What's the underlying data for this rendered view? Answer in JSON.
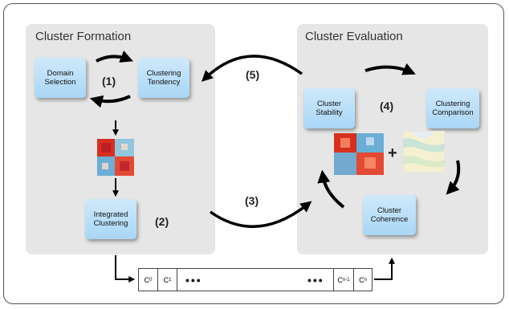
{
  "panels": {
    "formation_title": "Cluster Formation",
    "evaluation_title": "Cluster Evaluation"
  },
  "nodes": {
    "domain_selection": "Domain Selection",
    "clustering_tendency": "Clustering Tendency",
    "integrated_clustering": "Integrated Clustering",
    "cluster_stability": "Cluster Stability",
    "clustering_comparison": "Clustering Comparison",
    "cluster_coherence": "Cluster Coherence"
  },
  "steps": {
    "s1": "(1)",
    "s2": "(2)",
    "s3": "(3)",
    "s4": "(4)",
    "s5": "(5)"
  },
  "plus": "+",
  "sequence": {
    "first_cells": [
      {
        "main": "C",
        "sub": "0"
      },
      {
        "main": "C",
        "sub": "1"
      }
    ],
    "dots_left": "•••",
    "dots_right": "•••",
    "last_cells": [
      {
        "main": "C",
        "sub": "n-1"
      },
      {
        "main": "C",
        "sub": "n"
      }
    ]
  },
  "colors": {
    "node_fill": "#a9d6f5",
    "panel_fill": "#e6e6e6",
    "arrow": "#000000",
    "heat_red": "#d7301f",
    "heat_blue": "#6baed6"
  }
}
